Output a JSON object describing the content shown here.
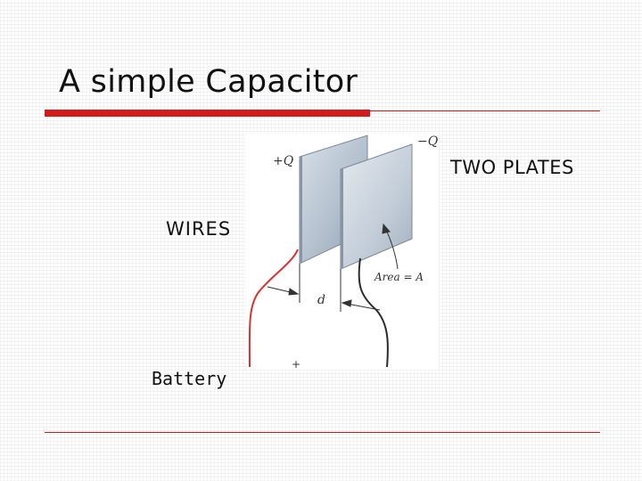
{
  "slide": {
    "title": "A simple Capacitor"
  },
  "labels": {
    "plates": "TWO PLATES",
    "wires": "WIRES",
    "battery": "Battery"
  },
  "figure": {
    "plus_q": "+Q",
    "minus_q": "−Q",
    "area": "Area = A",
    "separation": "d",
    "terminal_plus": "+"
  },
  "colors": {
    "accent_red": "#d21b1b",
    "wire_red": "#d9322e",
    "wire_dark": "#2b2b2b",
    "plate_front": "#a9b7c6",
    "plate_back": "#c2ccd7"
  }
}
